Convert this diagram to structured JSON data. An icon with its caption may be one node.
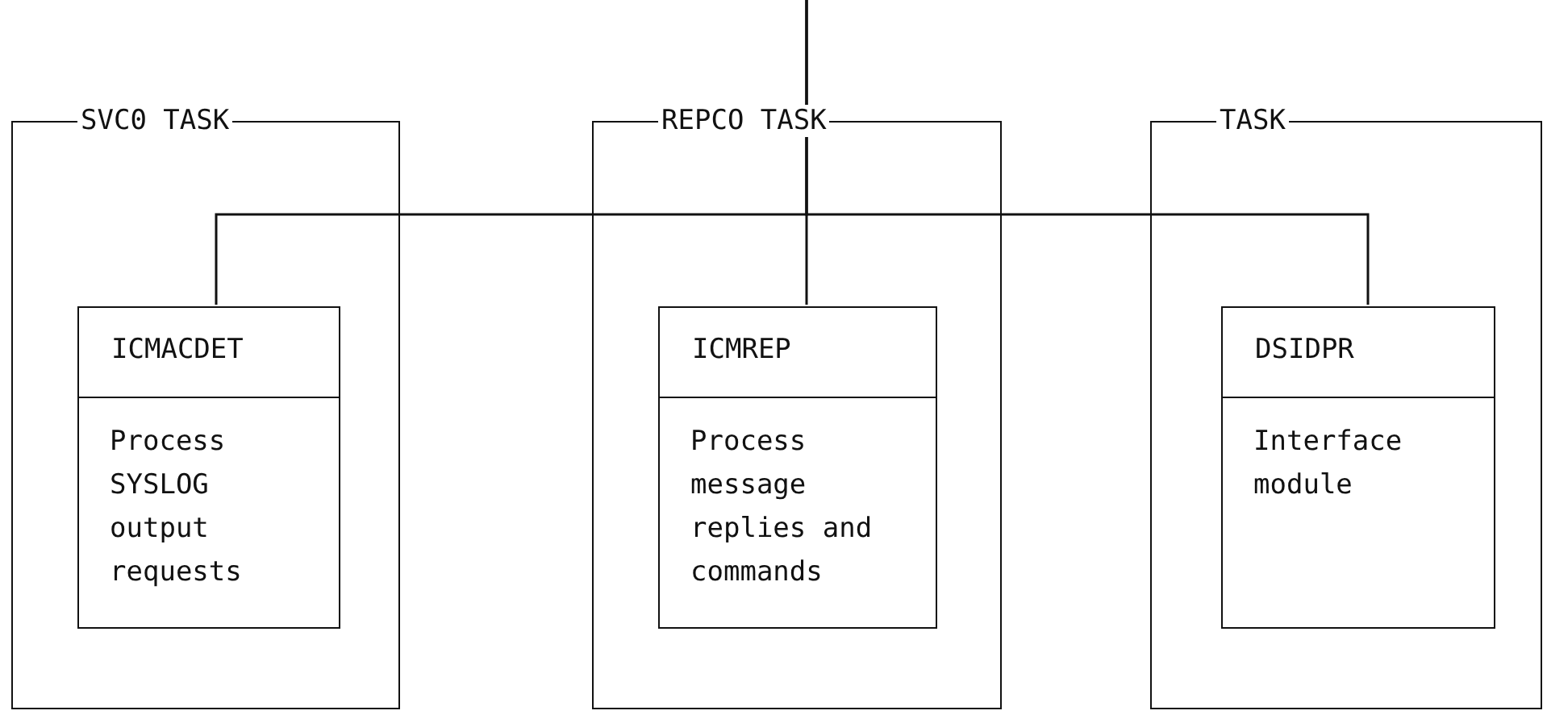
{
  "diagram": {
    "nodes": [
      {
        "text": [
          "SVC0 TASK"
        ]
      },
      {
        "text": [
          "ICMACDET",
          "Process SYSLOG output requests"
        ],
        "in": 0
      },
      {
        "text": [
          "REPCO TASK"
        ]
      },
      {
        "text": [
          "ICMREP",
          "Process message replies and commands"
        ],
        "in": 2
      },
      {
        "text": [
          "TASK"
        ]
      },
      {
        "text": [
          "DSIDPR",
          "Interface module"
        ],
        "in": 4
      }
    ],
    "edges": [
      {
        "from": null,
        "to": 1,
        "arrow": "none"
      },
      {
        "from": null,
        "to": 3,
        "arrow": "none"
      },
      {
        "from": null,
        "to": 5,
        "arrow": "none"
      }
    ]
  }
}
